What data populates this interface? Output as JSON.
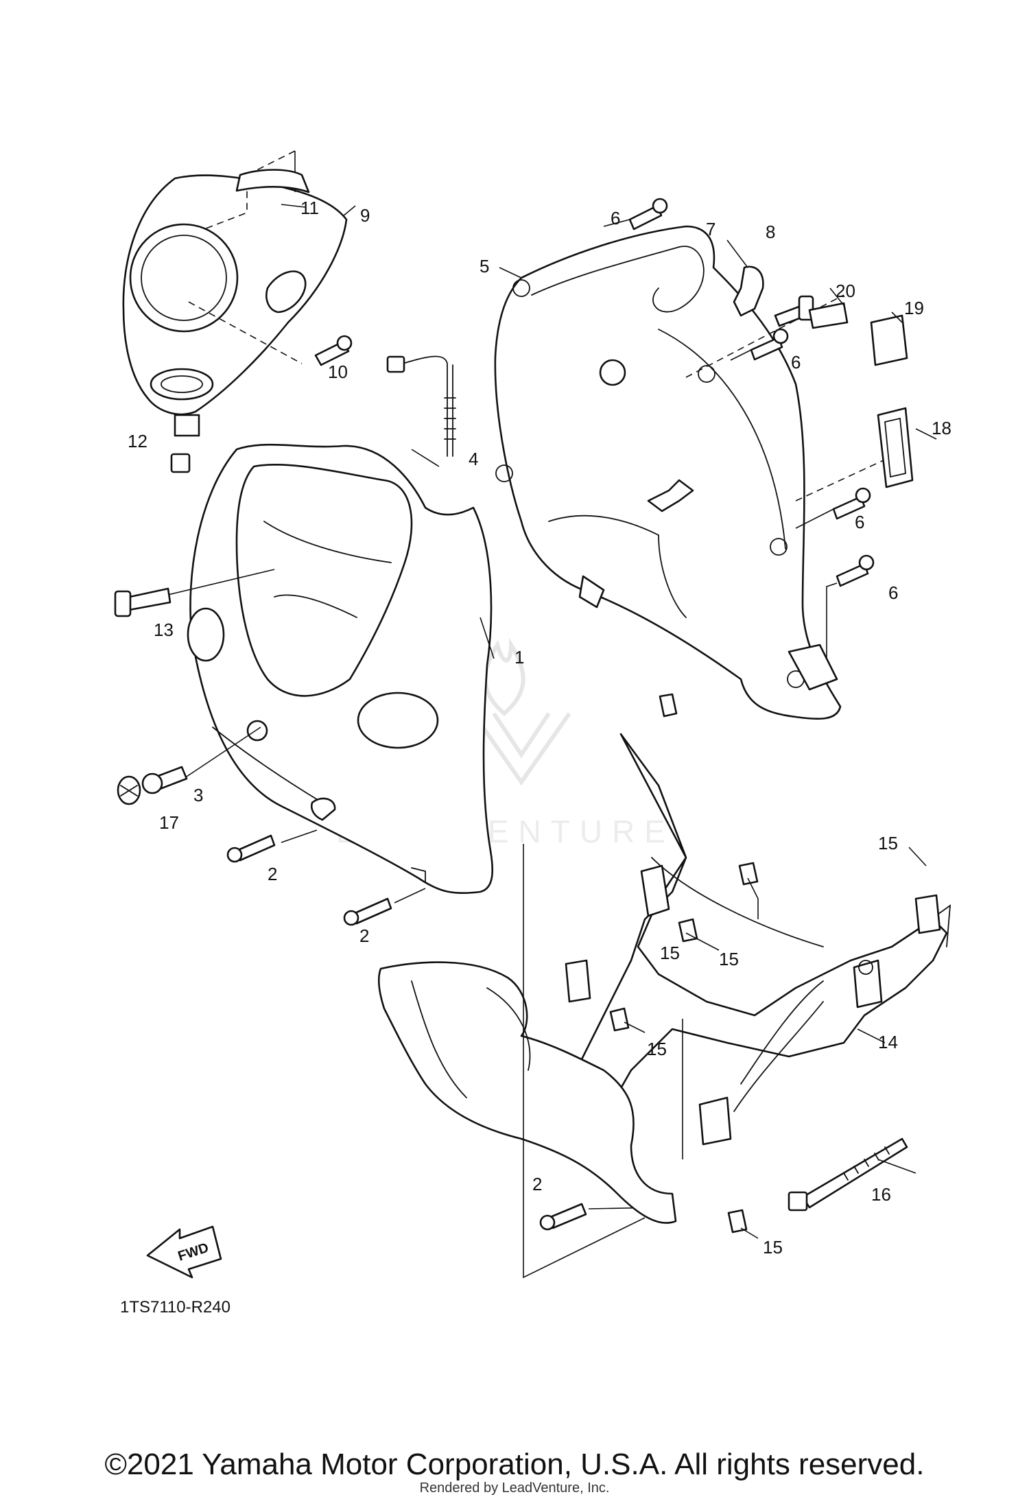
{
  "diagram": {
    "drawing_code": "1TS7110-R240",
    "fwd_label": "FWD",
    "watermark_text": "LEADVENTURE",
    "callouts": [
      "1",
      "2",
      "2",
      "2",
      "3",
      "4",
      "5",
      "6",
      "6",
      "6",
      "6",
      "7",
      "8",
      "9",
      "10",
      "11",
      "12",
      "13",
      "14",
      "15",
      "15",
      "15",
      "15",
      "15",
      "16",
      "17",
      "18",
      "19",
      "20"
    ]
  },
  "footer": {
    "copyright": "©2021 Yamaha Motor Corporation, U.S.A. All rights reserved.",
    "rendered_by": "Rendered by LeadVenture, Inc."
  }
}
